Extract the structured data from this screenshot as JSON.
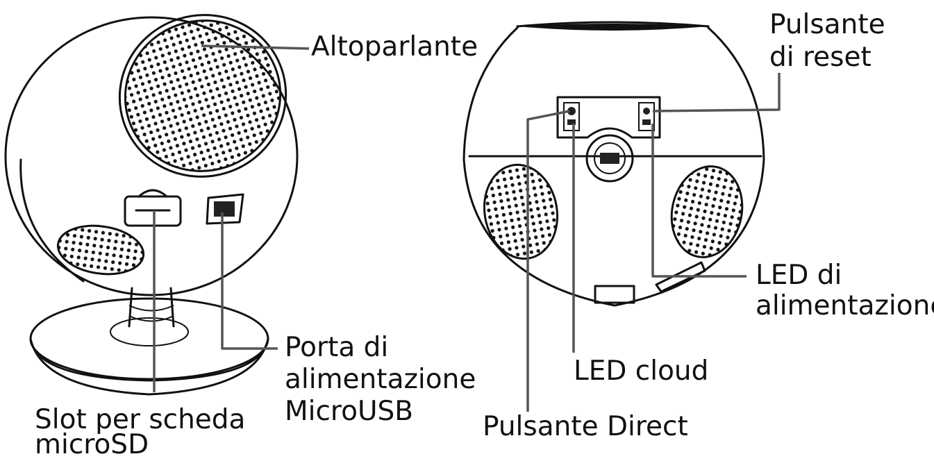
{
  "labels": {
    "altoparlante": "Altoparlante",
    "slot_microsd_line1": "Slot per scheda",
    "slot_microsd_line2": "microSD",
    "porta_line1": "Porta di",
    "porta_line2": "alimentazione",
    "porta_line3": "MicroUSB",
    "reset_line1": "Pulsante",
    "reset_line2": "di reset",
    "led_alim_line1": "LED di",
    "led_alim_line2": "alimentazione",
    "led_cloud": "LED cloud",
    "pulsante_direct": "Pulsante Direct"
  }
}
